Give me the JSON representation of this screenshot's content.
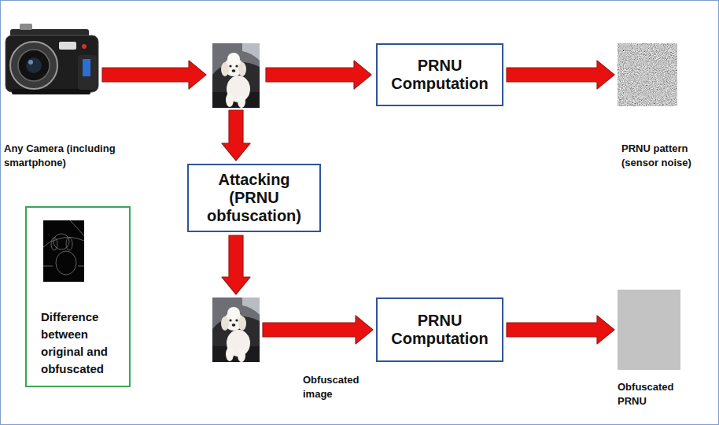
{
  "diagram": {
    "nodes": [
      {
        "text": [
          "Any Camera (including smartphone)"
        ]
      },
      {
        "text": [
          "PRNU Computation"
        ]
      },
      {
        "text": [
          "PRNU pattern (sensor noise)"
        ]
      },
      {
        "text": [
          "Attacking (PRNU obfuscation)"
        ]
      },
      {
        "text": [
          "Difference between original and obfuscated"
        ]
      },
      {
        "text": [
          "Obfuscated image"
        ]
      },
      {
        "text": [
          "PRNU Computation"
        ]
      },
      {
        "text": [
          "Obfuscated PRNU"
        ]
      }
    ],
    "edges": [
      {
        "from": 1,
        "to": 2,
        "arrow": "to"
      },
      {
        "from": 3,
        "to": 5,
        "arrow": "to"
      },
      {
        "from": 5,
        "to": 6,
        "arrow": "to"
      },
      {
        "from": 6,
        "to": 7,
        "arrow": "to"
      }
    ]
  }
}
